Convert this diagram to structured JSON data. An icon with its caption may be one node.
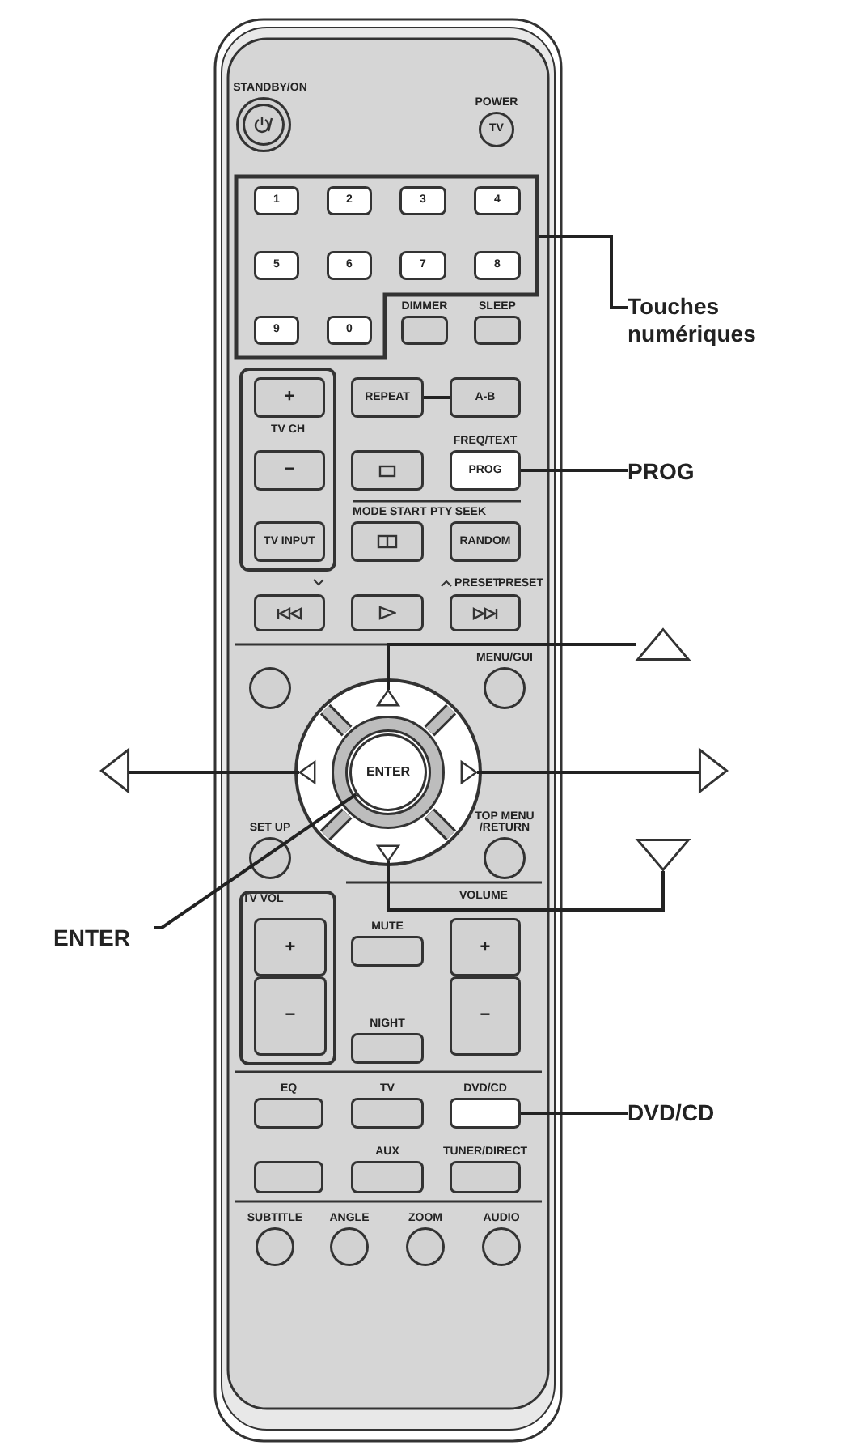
{
  "diagram": {
    "nodes": [
      {
        "text": [],
        "shape": "circle",
        "beside": [
          "STANDBY/ON"
        ]
      },
      {
        "text": [
          "TV"
        ],
        "beside": [
          "POWER"
        ]
      },
      {
        "text": [],
        "shape": "box"
      },
      {
        "text": [
          "1"
        ],
        "in": 2
      },
      {
        "text": [
          "2"
        ],
        "in": 2
      },
      {
        "text": [
          "3"
        ],
        "in": 2
      },
      {
        "text": [
          "4"
        ],
        "in": 2
      },
      {
        "text": [
          "5"
        ],
        "in": 2
      },
      {
        "text": [
          "6"
        ],
        "in": 2
      },
      {
        "text": [
          "7"
        ],
        "in": 2
      },
      {
        "text": [
          "8"
        ],
        "in": 2
      },
      {
        "text": [
          "9"
        ],
        "in": 2
      },
      {
        "text": [
          "0"
        ],
        "in": 2
      },
      {
        "text": [],
        "shape": "box",
        "beside": [
          "DIMMER"
        ]
      },
      {
        "text": [],
        "shape": "box",
        "beside": [
          "SLEEP"
        ]
      },
      {
        "text": [
          "TV CH"
        ]
      },
      {
        "text": [
          "+"
        ],
        "in": 15
      },
      {
        "text": [
          "−"
        ],
        "in": 15
      },
      {
        "text": [
          "TV INPUT"
        ],
        "in": 15
      },
      {
        "text": [
          "REPEAT"
        ]
      },
      {
        "text": [
          "A-B"
        ]
      },
      {
        "text": [],
        "shape": "box"
      },
      {
        "text": [
          "PROG"
        ],
        "beside": [
          "FREQ/TEXT"
        ]
      },
      {
        "text": [],
        "shape": "box"
      },
      {
        "text": [
          "RANDOM"
        ]
      },
      {
        "text": [],
        "shape": "box"
      },
      {
        "text": [],
        "shape": "box"
      },
      {
        "text": [],
        "shape": "box"
      },
      {
        "text": [],
        "shape": "circle"
      },
      {
        "text": [],
        "shape": "circle",
        "beside": [
          "MENU/GUI"
        ]
      },
      {
        "text": [],
        "shape": "circle"
      },
      {
        "text": [],
        "shape": "triangle",
        "in": 30
      },
      {
        "text": [],
        "shape": "triangle",
        "in": 30
      },
      {
        "text": [],
        "shape": "triangle",
        "in": 30
      },
      {
        "text": [],
        "shape": "triangle",
        "in": 30
      },
      {
        "text": [
          "ENTER"
        ],
        "in": 30
      },
      {
        "text": [],
        "shape": "circle",
        "beside": [
          "SET UP"
        ]
      },
      {
        "text": [],
        "shape": "circle",
        "beside": [
          "TOP MENU /RETURN"
        ]
      },
      {
        "text": [
          "TV VOL"
        ]
      },
      {
        "text": [
          "+"
        ],
        "in": 38
      },
      {
        "text": [
          "−"
        ],
        "in": 38
      },
      {
        "text": [],
        "shape": "box",
        "beside": [
          "MUTE"
        ]
      },
      {
        "text": [],
        "shape": "box",
        "beside": [
          "NIGHT"
        ]
      },
      {
        "text": [
          "+"
        ]
      },
      {
        "text": [
          "−"
        ]
      },
      {
        "text": [],
        "shape": "box",
        "beside": [
          "EQ"
        ]
      },
      {
        "text": [],
        "shape": "box",
        "beside": [
          "TV"
        ]
      },
      {
        "text": [],
        "shape": "box",
        "beside": [
          "DVD/CD"
        ]
      },
      {
        "text": [],
        "shape": "box"
      },
      {
        "text": [],
        "shape": "box",
        "beside": [
          "AUX"
        ]
      },
      {
        "text": [],
        "shape": "box",
        "beside": [
          "TUNER/DIRECT"
        ]
      },
      {
        "text": [],
        "shape": "circle",
        "beside": [
          "SUBTITLE"
        ]
      },
      {
        "text": [],
        "shape": "circle",
        "beside": [
          "ANGLE"
        ]
      },
      {
        "text": [],
        "shape": "circle",
        "beside": [
          "ZOOM"
        ]
      },
      {
        "text": [],
        "shape": "circle",
        "beside": [
          "AUDIO"
        ]
      },
      {
        "text": [
          "Touches numériques"
        ]
      },
      {
        "text": [
          "PROG"
        ]
      },
      {
        "text": [],
        "shape": "triangle"
      },
      {
        "text": [],
        "shape": "triangle"
      },
      {
        "text": [],
        "shape": "triangle"
      },
      {
        "text": [],
        "shape": "triangle"
      },
      {
        "text": [
          "ENTER"
        ]
      },
      {
        "text": [
          "DVD/CD"
        ]
      }
    ],
    "edges": [
      {
        "from": 55,
        "to": 2,
        "arrow": "none"
      },
      {
        "from": 56,
        "to": 22,
        "arrow": "none"
      },
      {
        "from": 57,
        "to": 31,
        "arrow": "none"
      },
      {
        "from": 58,
        "to": 32,
        "arrow": "none"
      },
      {
        "from": 59,
        "to": 33,
        "arrow": "none"
      },
      {
        "from": 60,
        "to": 34,
        "arrow": "none"
      },
      {
        "from": 61,
        "to": 35,
        "arrow": "none"
      },
      {
        "from": 62,
        "to": 47,
        "arrow": "none"
      },
      {
        "from": 19,
        "to": 20,
        "arrow": "none"
      }
    ],
    "labels": [
      "MODE START",
      "PTY SEEK",
      "PRESET",
      "PRESET",
      "VOLUME"
    ]
  }
}
